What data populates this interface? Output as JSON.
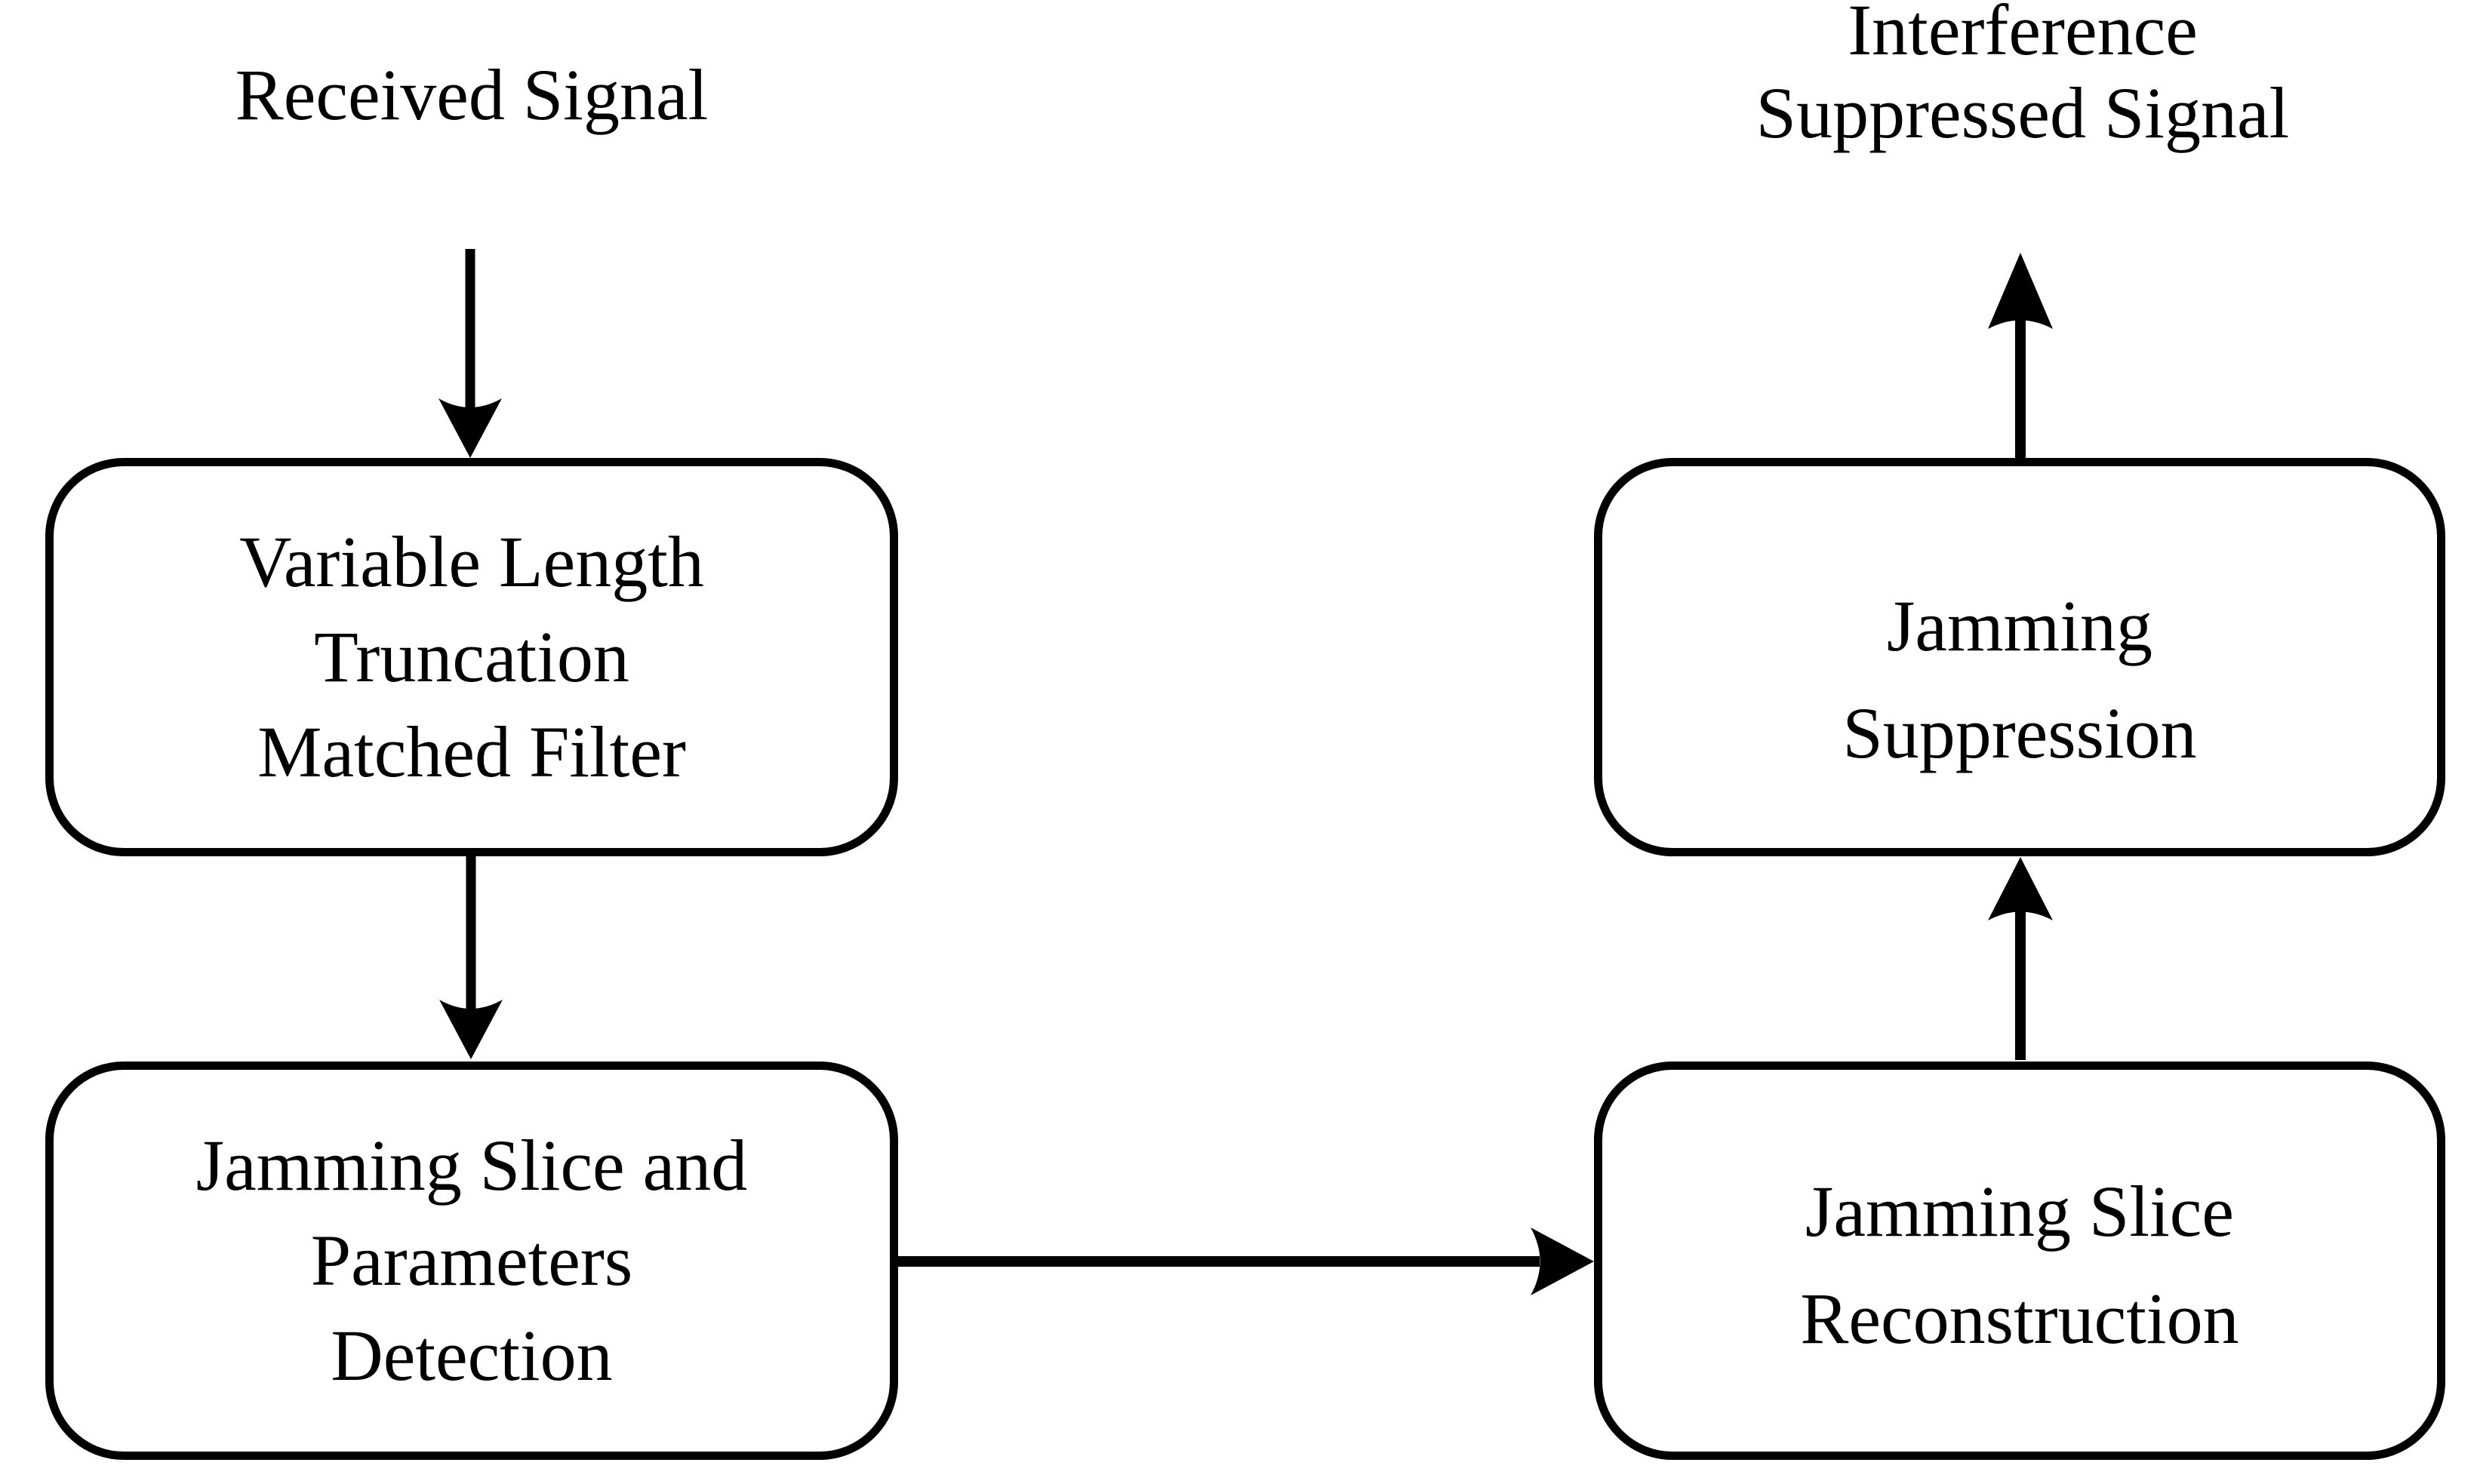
{
  "diagram": {
    "title": "Interference suppression signal-processing flowchart",
    "background_color": "#ffffff",
    "stroke_color": "#000000",
    "labels": {
      "input": {
        "name": "received-signal-label",
        "lines": [
          "Received Signal"
        ]
      },
      "output": {
        "name": "interference-suppressed-signal-label",
        "lines": [
          "Interference",
          "Suppressed Signal"
        ]
      }
    },
    "nodes": [
      {
        "id": "variable-length-truncation-matched-filter",
        "lines": [
          "Variable Length",
          "Truncation",
          "Matched Filter"
        ]
      },
      {
        "id": "jamming-slice-and-parameters-detection",
        "lines": [
          "Jamming Slice and",
          "Parameters",
          "Detection"
        ]
      },
      {
        "id": "jamming-suppression",
        "lines": [
          "Jamming",
          "Suppression"
        ]
      },
      {
        "id": "jamming-slice-reconstruction",
        "lines": [
          "Jamming Slice",
          "Reconstruction"
        ]
      }
    ],
    "edges": [
      {
        "id": "edge-input-to-filter",
        "from": "Received Signal",
        "to": "Variable Length Truncation Matched Filter",
        "direction": "down"
      },
      {
        "id": "edge-filter-to-detection",
        "from": "Variable Length Truncation Matched Filter",
        "to": "Jamming Slice and Parameters Detection",
        "direction": "down"
      },
      {
        "id": "edge-detection-to-reconstruction",
        "from": "Jamming Slice and Parameters Detection",
        "to": "Jamming Slice Reconstruction",
        "direction": "right"
      },
      {
        "id": "edge-reconstruction-to-suppression",
        "from": "Jamming Slice Reconstruction",
        "to": "Jamming Suppression",
        "direction": "up"
      },
      {
        "id": "edge-suppression-to-output",
        "from": "Jamming Suppression",
        "to": "Interference Suppressed Signal",
        "direction": "up"
      }
    ]
  }
}
